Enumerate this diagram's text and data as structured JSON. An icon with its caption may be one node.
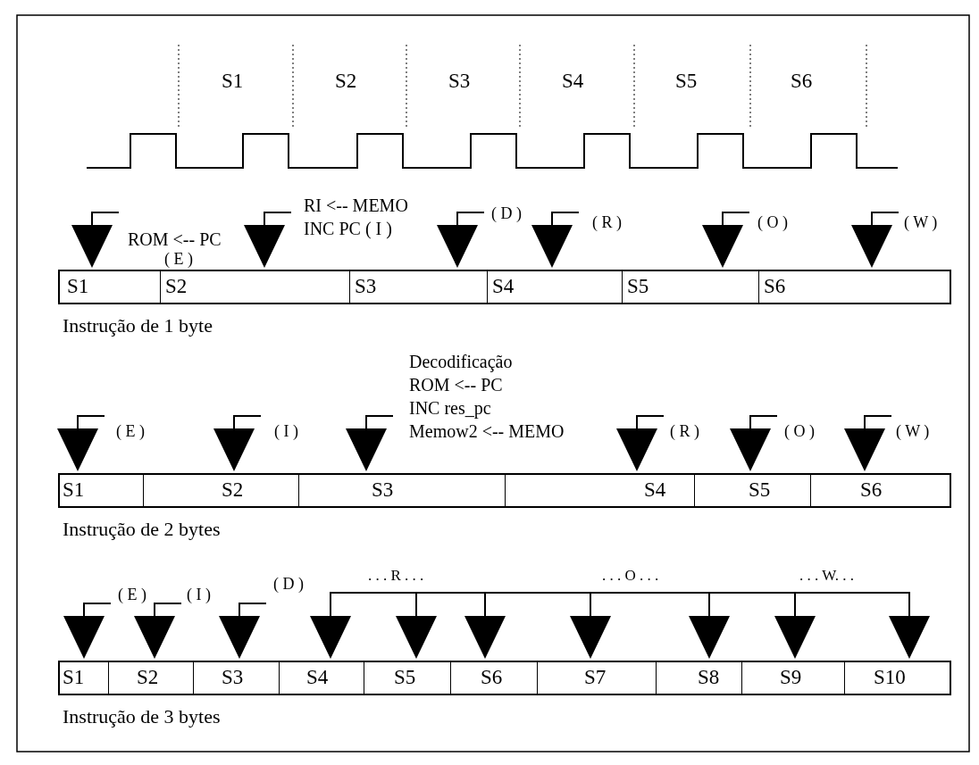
{
  "diagram": {
    "nodes": [
      {
        "text": [
          "Instrução de 1 byte"
        ]
      },
      {
        "text": [
          "S1"
        ],
        "in": 0
      },
      {
        "text": [
          "S2"
        ],
        "in": 0
      },
      {
        "text": [
          "S3"
        ],
        "in": 0
      },
      {
        "text": [
          "S4"
        ],
        "in": 0
      },
      {
        "text": [
          "S5"
        ],
        "in": 0
      },
      {
        "text": [
          "S6"
        ],
        "in": 0
      },
      {
        "text": [
          "Instrução de 2 bytes"
        ]
      },
      {
        "text": [
          "S1"
        ],
        "in": 7
      },
      {
        "text": [
          "S2"
        ],
        "in": 7
      },
      {
        "text": [
          "S3"
        ],
        "in": 7
      },
      {
        "text": [
          "S4"
        ],
        "in": 7
      },
      {
        "text": [
          "S5"
        ],
        "in": 7
      },
      {
        "text": [
          "S6"
        ],
        "in": 7
      },
      {
        "text": [
          "Instrução de 3 bytes"
        ]
      },
      {
        "text": [
          "S1"
        ],
        "in": 14
      },
      {
        "text": [
          "S2"
        ],
        "in": 14
      },
      {
        "text": [
          "S3"
        ],
        "in": 14
      },
      {
        "text": [
          "S4"
        ],
        "in": 14
      },
      {
        "text": [
          "S5"
        ],
        "in": 14
      },
      {
        "text": [
          "S6"
        ],
        "in": 14
      },
      {
        "text": [
          "S7"
        ],
        "in": 14
      },
      {
        "text": [
          "S8"
        ],
        "in": 14
      },
      {
        "text": [
          "S9"
        ],
        "in": 14
      },
      {
        "text": [
          "S10"
        ],
        "in": 14
      }
    ],
    "labels": [
      "S1",
      "S2",
      "S3",
      "S4",
      "S5",
      "S6",
      "RI <-- MEMO",
      "( D )",
      "ROM <-- PC",
      "INC PC ( I )",
      "( R )",
      "( O )",
      "( W )",
      "( E )",
      "Decodificação",
      "ROM <-- PC",
      "INC res_pc",
      "( E )",
      "( I )",
      "Memow2 <-- MEMO",
      "( R )",
      "( O )",
      "( W )",
      "( D )",
      ". . . R . . .",
      ". . . O . . .",
      ". . . W. . .",
      "( E )",
      "( I )"
    ]
  }
}
